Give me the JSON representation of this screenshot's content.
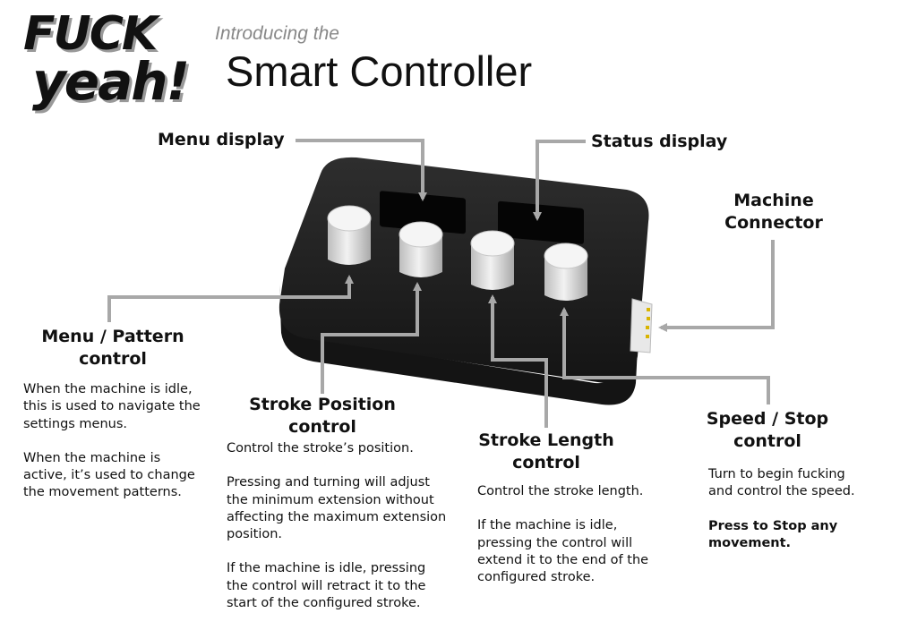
{
  "logo": {
    "line1": "FUCK",
    "line2": "yeah!"
  },
  "header": {
    "intro": "Introducing the",
    "title": "Smart Controller"
  },
  "callouts": {
    "menu_display": "Menu display",
    "status_display": "Status display",
    "machine_connector": {
      "line1": "Machine",
      "line2": "Connector"
    },
    "menu_pattern": {
      "label1": "Menu / Pattern",
      "label2": "control",
      "desc": [
        "When the machine is idle, this is used to navigate the settings menus.",
        "When the machine is active, it’s used to change the movement patterns."
      ]
    },
    "stroke_position": {
      "label1": "Stroke Position",
      "label2": "control",
      "desc": [
        "Control the stroke’s position.",
        "Pressing and turning will adjust the minimum extension without affecting the maximum extension position.",
        "If the machine is idle, pressing the control will retract it to the start of the configured stroke."
      ]
    },
    "stroke_length": {
      "label1": "Stroke Length",
      "label2": "control",
      "desc": [
        "Control the stroke length.",
        "If the machine is idle, pressing the control will extend it to the end of the configured stroke."
      ]
    },
    "speed_stop": {
      "label1": "Speed / Stop",
      "label2": "control",
      "desc": [
        "Turn to begin fucking and control the speed."
      ],
      "desc_bold": "Press to Stop any movement."
    }
  },
  "colors": {
    "device_body": "#1f1f1f",
    "device_top": "#2b2b2b",
    "knob": "#e6e6e6",
    "arrow": "#a8a8a8",
    "connector_pins": "#d9b400"
  }
}
